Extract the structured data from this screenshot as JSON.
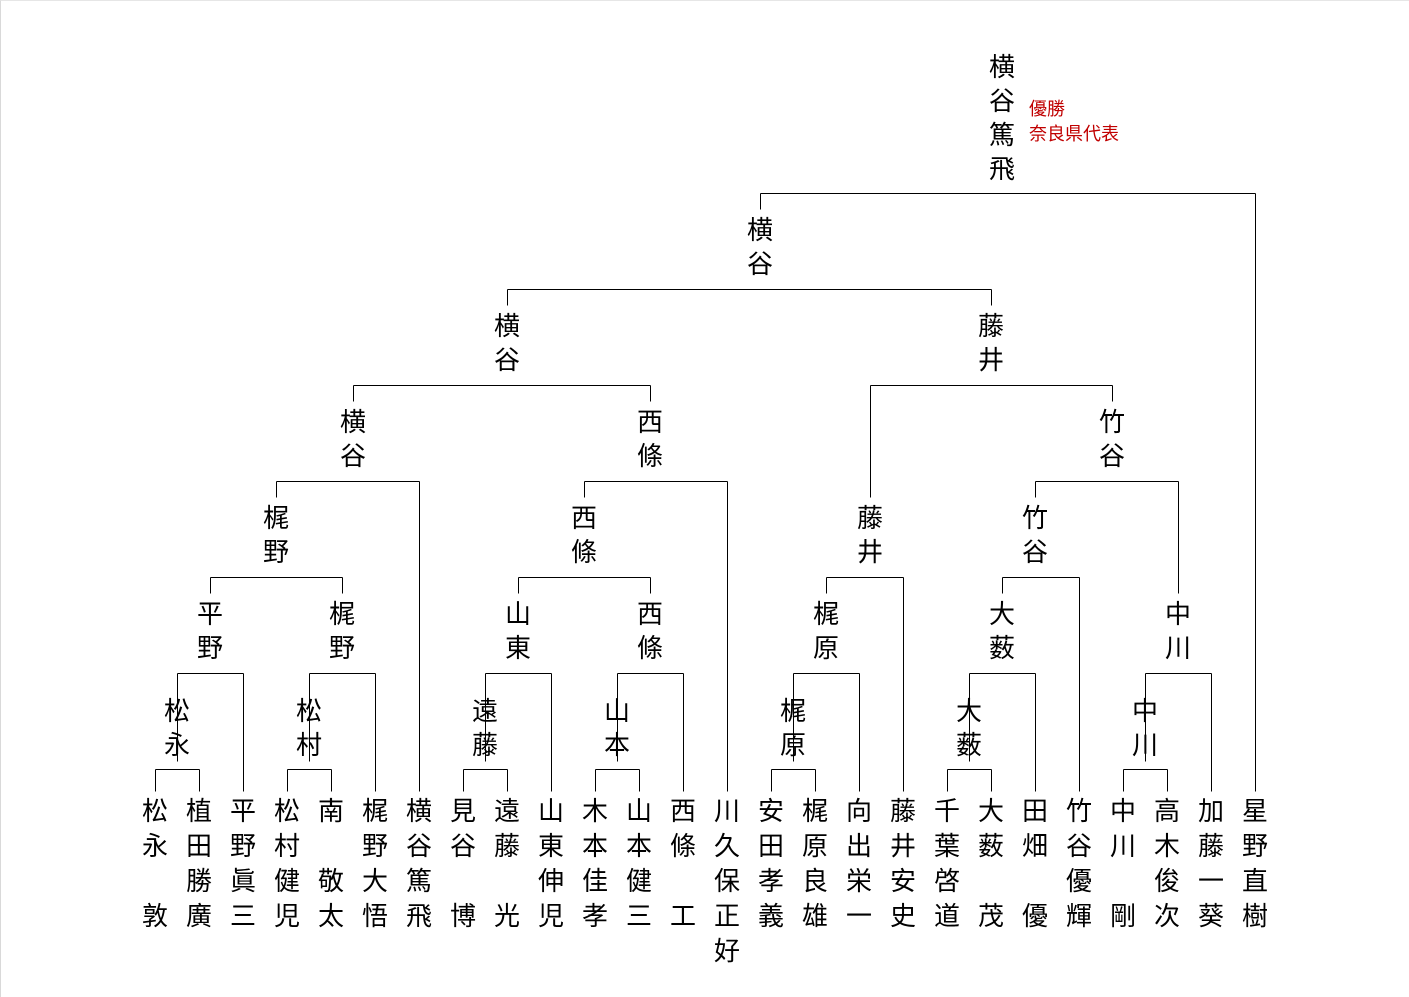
{
  "accent_color": "#c00000",
  "champion_note": {
    "line1": "優勝",
    "line2": "奈良県代表"
  },
  "players": [
    "松永\n　\n敦",
    "植田勝廣",
    "平野眞三",
    "松村健児",
    "南　敬太",
    "梶野大悟",
    "横谷篤飛",
    "見谷　博",
    "遠藤　光",
    "山東伸児",
    "木本佳孝",
    "山本健三",
    "西條　工",
    "川久保正好",
    "安田孝義",
    "梶原良雄",
    "向出栄一",
    "藤井安史",
    "千葉啓道",
    "大薮　茂",
    "田畑　優",
    "竹谷優輝",
    "中川　剛",
    "高木俊次",
    "加藤一葵",
    "星野直樹"
  ],
  "winners": [
    "松永",
    "松村",
    "遠藤",
    "山本",
    "梶原",
    "大薮",
    "中川",
    "平野",
    "梶野",
    "山東",
    "西條",
    "梶原",
    "大薮",
    "中川",
    "梶野",
    "西條",
    "藤井",
    "竹谷",
    "横谷",
    "西條",
    "竹谷",
    "横谷",
    "藤井",
    "横谷",
    "横谷篤飛"
  ]
}
